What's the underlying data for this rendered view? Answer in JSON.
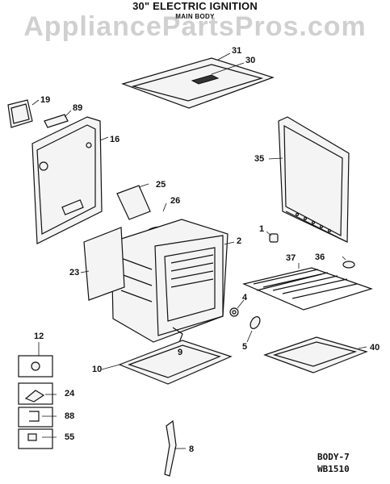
{
  "header": {
    "title": "30\" ELECTRIC IGNITION",
    "subtitle": "MAIN BODY",
    "watermark": "AppliancePartsPros.com"
  },
  "callouts": {
    "c31": "31",
    "c30": "30",
    "c19": "19",
    "c89": "89",
    "c16": "16",
    "c35": "35",
    "c25": "25",
    "c26": "26",
    "c2": "2",
    "c1": "1",
    "c37": "37",
    "c36": "36",
    "c23": "23",
    "c4": "4",
    "c5": "5",
    "c9": "9",
    "c12": "12",
    "c10": "10",
    "c40": "40",
    "c24": "24",
    "c88": "88",
    "c55": "55",
    "c8": "8"
  },
  "footer": {
    "line1": "BODY-7",
    "line2": "WB1510"
  }
}
